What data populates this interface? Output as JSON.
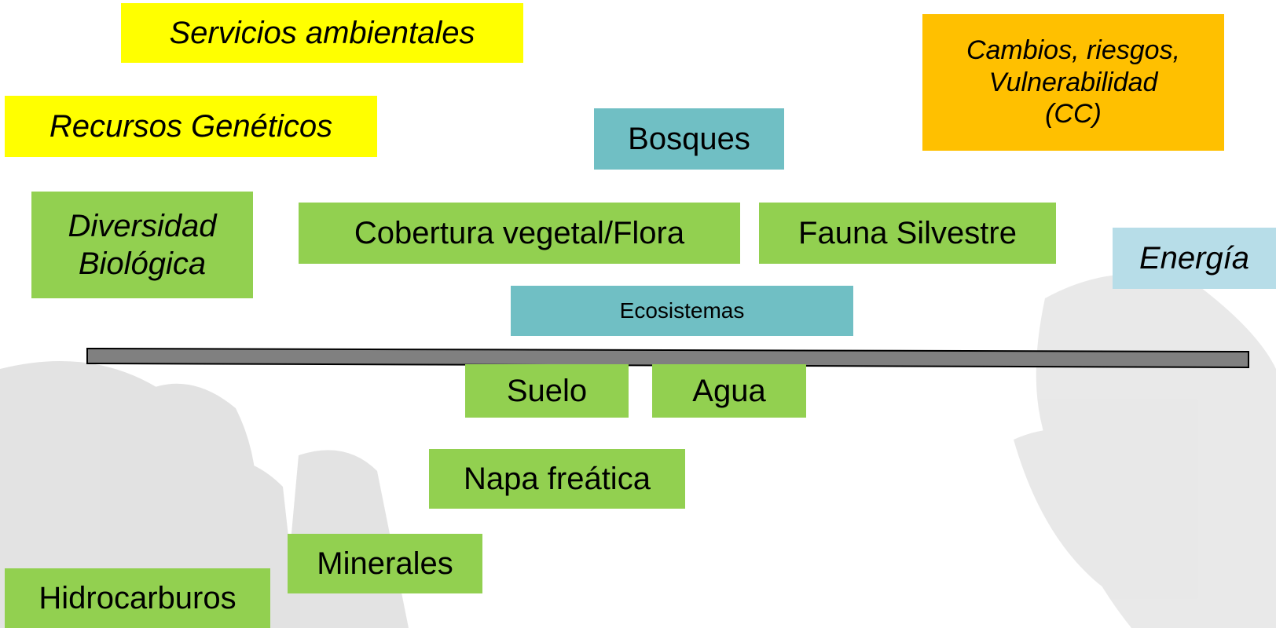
{
  "upper": {
    "servicios": "Servicios ambientales",
    "recursos": "Recursos Genéticos",
    "cambios_line1": "Cambios, riesgos,",
    "cambios_line2": "Vulnerabilidad",
    "cambios_line3": "(CC)",
    "bosques": "Bosques",
    "diversidad_line1": "Diversidad",
    "diversidad_line2": "Biológica",
    "cobertura": "Cobertura vegetal/Flora",
    "fauna": "Fauna Silvestre",
    "energia": "Energía",
    "ecosistemas": "Ecosistemas"
  },
  "lower": {
    "suelo": "Suelo",
    "agua": "Agua",
    "napa": "Napa freática",
    "minerales": "Minerales",
    "hidrocarburos": "Hidrocarburos"
  },
  "colors": {
    "yellow": "#ffff00",
    "green": "#92d050",
    "teal": "#70bfc4",
    "orange": "#ffc000",
    "light_blue": "#b7dde8",
    "divider": "#808080"
  }
}
